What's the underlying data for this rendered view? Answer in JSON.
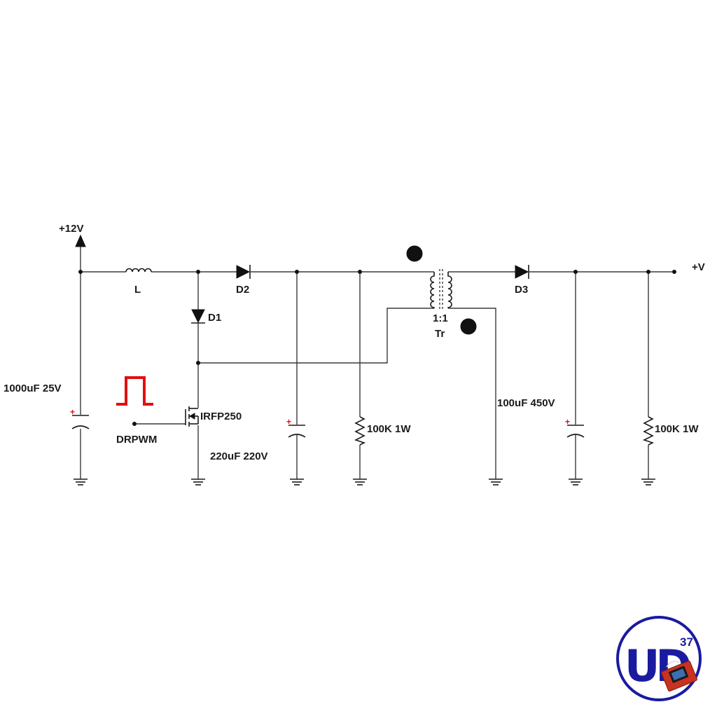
{
  "colors": {
    "wire": "#3a3a3a",
    "pulse": "#e01010",
    "polarity": "#e01010",
    "logo_blue": "#1a1aa0"
  },
  "supply": {
    "label": "+12V"
  },
  "output": {
    "label": "+V"
  },
  "inductor": {
    "label": "L"
  },
  "diodes": {
    "d1": "D1",
    "d2": "D2",
    "d3": "D3"
  },
  "mosfet": {
    "label": "IRFP250"
  },
  "pwm": {
    "label": "DRPWM"
  },
  "caps": {
    "input": "1000uF 25V",
    "mid": "220uF 220V",
    "output": "100uF 450V",
    "polarity_mark": "+"
  },
  "resistors": {
    "mid": "100K 1W",
    "output": "100K 1W"
  },
  "transformer": {
    "ratio": "1:1",
    "label": "Tr"
  },
  "logo": {
    "text": "UD",
    "superscript": "37"
  }
}
